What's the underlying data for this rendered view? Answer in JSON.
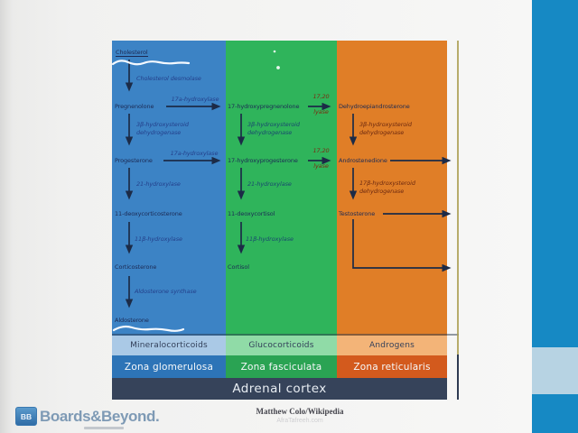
{
  "slide": {
    "attribution": "Matthew Colo/Wikipedia",
    "watermark": "AfraTafreeh.com"
  },
  "logo": {
    "monogram": "BB",
    "brand": "Boards&Beyond."
  },
  "sidebar": {
    "bar_color": "#1689c4",
    "accent_color": "#b7d3e3"
  },
  "diagram": {
    "footer": "Adrenal cortex",
    "zones": [
      {
        "hormone_class": "Mineralocorticoids",
        "zona": "Zona glomerulosa",
        "column_color": "#3c83c5",
        "class_band_color": "#aac9e6",
        "zona_band_color": "#2d74b7"
      },
      {
        "hormone_class": "Glucocorticoids",
        "zona": "Zona fasciculata",
        "column_color": "#2fb45b",
        "class_band_color": "#90dba7",
        "zona_band_color": "#2aa353"
      },
      {
        "hormone_class": "Androgens",
        "zona": "Zona reticularis",
        "column_color": "#e07e27",
        "class_band_color": "#f3b478",
        "zona_band_color": "#d35a1d"
      }
    ],
    "molecules": {
      "cholesterol": "Cholesterol",
      "pregnenolone": "Pregnenolone",
      "progesterone": "Progesterone",
      "deoxycorticosterone_11": "11-deoxycorticosterone",
      "corticosterone": "Corticosterone",
      "aldosterone": "Aldosterone",
      "hydroxypregnenolone_17": "17-hydroxypregnenolone",
      "hydroxyprogesterone_17": "17-hydroxyprogesterone",
      "deoxycortisol_11": "11-deoxycortisol",
      "cortisol": "Cortisol",
      "dehydroepiandrosterone": "Dehydroepiandrosterone",
      "androstenedione": "Androstenedione",
      "testosterone": "Testosterone"
    },
    "enzymes": {
      "cholesterol_desmolase": "Cholesterol desmolase",
      "hydroxylase_17a": "17a-hydroxylase",
      "hsd_3b_line1": "3β-hydroxysteroid",
      "hsd_line2": "dehydrogenase",
      "lyase_1720_line1": "17,20",
      "lyase_1720_line2": "lyase",
      "hydroxylase_21": "21-hydroxylase",
      "hydroxylase_11b": "11β-hydroxylase",
      "aldosterone_synthase": "Aldosterone synthase",
      "hsd_17b_line1": "17β-hydroxysteroid"
    }
  }
}
